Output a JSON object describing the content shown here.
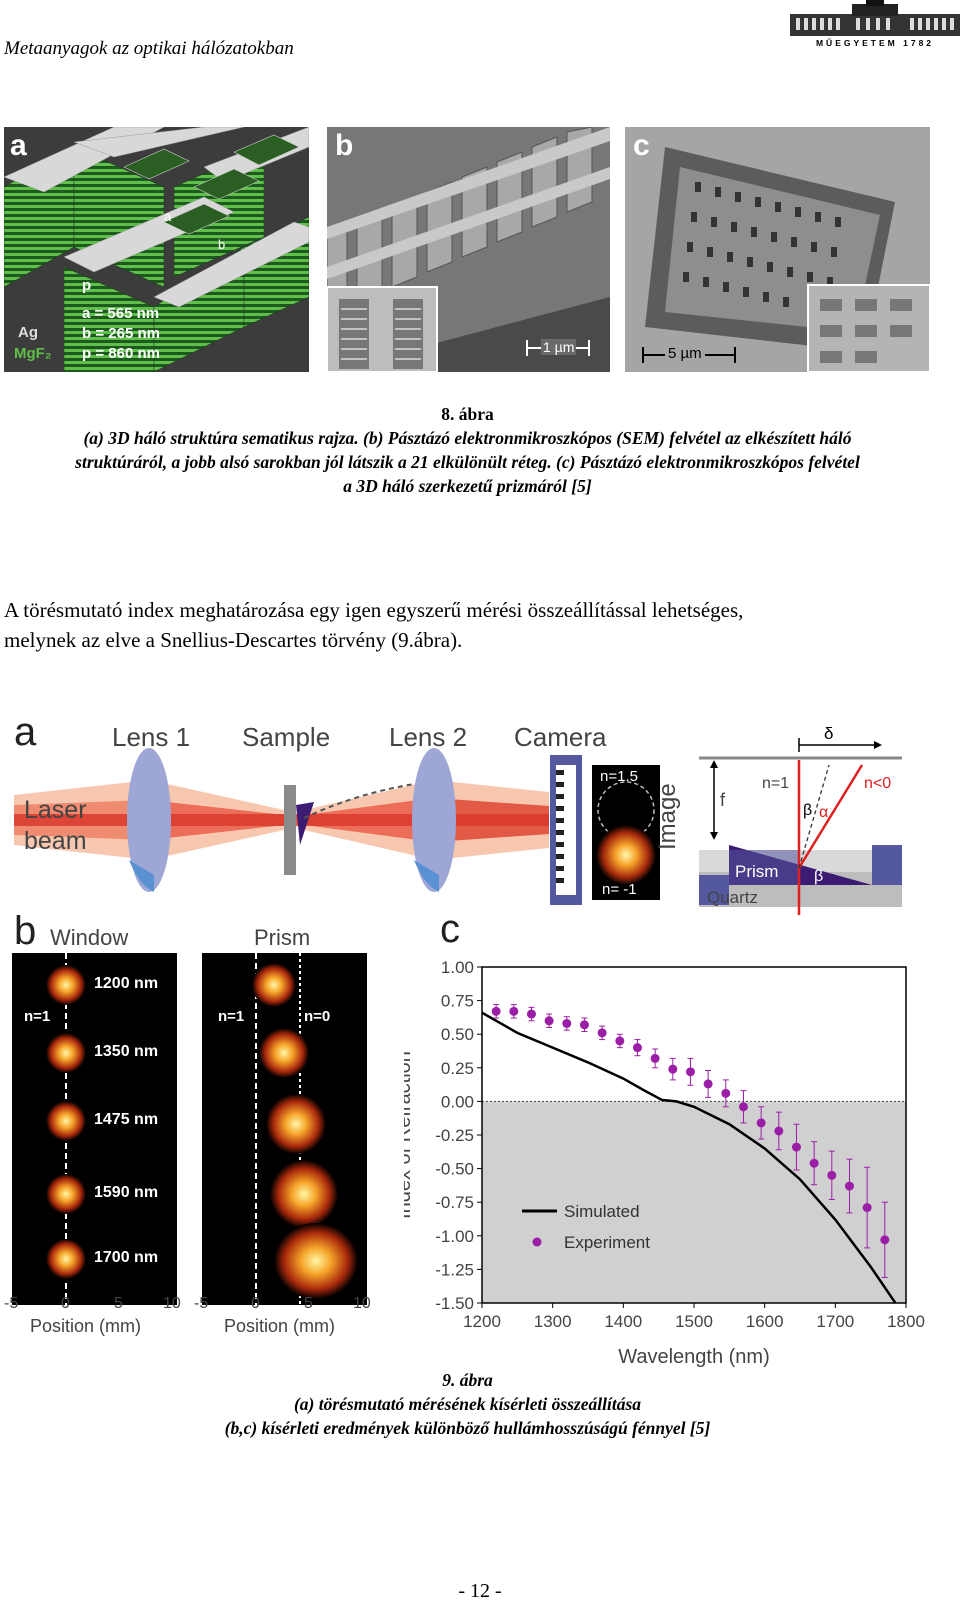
{
  "header": {
    "title": "Metaanyagok az optikai hálózatokban",
    "logo_caption": "MŰEGYETEM 1782"
  },
  "figure8": {
    "panels": {
      "a": {
        "label": "a",
        "arrow_a": "a",
        "arrow_b": "b",
        "arrow_p": "p",
        "params": [
          "a = 565 nm",
          "b = 265 nm",
          "p = 860 nm"
        ],
        "legend_ag": "Ag",
        "legend_mgf2": "MgF₂"
      },
      "b": {
        "label": "b",
        "scale": "1 µm"
      },
      "c": {
        "label": "c",
        "scale": "5 µm"
      }
    },
    "caption": {
      "title": "8. ábra",
      "line1": "(a) 3D háló struktúra sematikus rajza. (b) Pásztázó elektronmikroszkópos (SEM) felvétel az elkészített háló",
      "line2": "struktúráról, a jobb alsó sarokban jól látszik a 21 elkülönült réteg. (c) Pásztázó elektronmikroszkópos felvétel",
      "line3": "a 3D háló szerkezetű prizmáról [5]"
    }
  },
  "paragraph": {
    "line1": "A törésmutató index meghatározása egy igen egyszerű mérési összeállítással lehetséges,",
    "line2": "melynek az elve a Snellius-Descartes törvény (9.ábra)."
  },
  "figure9": {
    "setup": {
      "label": "a",
      "lens1": "Lens 1",
      "sample": "Sample",
      "lens2": "Lens 2",
      "camera": "Camera",
      "laser1": "Laser",
      "laser2": "beam",
      "n15": "n=1.5",
      "nm1": "n= -1",
      "image": "Image",
      "delta": "δ",
      "f": "f",
      "n1": "n=1",
      "nlt0": "n<0",
      "beta": "β",
      "alpha": "α",
      "beta2": "β",
      "prism": "Prism",
      "quartz": "Quartz"
    },
    "panel_b": {
      "label": "b",
      "window": "Window",
      "prism": "Prism",
      "n1_left": "n=1",
      "n1_right": "n=1",
      "n0": "n=0",
      "wavelengths": [
        "1200 nm",
        "1350 nm",
        "1475 nm",
        "1590 nm",
        "1700 nm"
      ],
      "ticks": [
        "-5",
        "0",
        "5",
        "10"
      ],
      "xlabel": "Position (mm)"
    },
    "caption": {
      "title": "9. ábra",
      "line1": "(a) törésmutató mérésének kísérleti összeállítása",
      "line2": "(b,c) kísérleti eredmények különböző hullámhosszúságú fénnyel [5]"
    }
  },
  "chart_data": {
    "type": "scatter",
    "panel_label": "c",
    "xlabel": "Wavelength (nm)",
    "ylabel": "Index of Refraction",
    "xlim": [
      1200,
      1800
    ],
    "ylim": [
      -1.5,
      1.0
    ],
    "x_ticks": [
      "1200",
      "1300",
      "1400",
      "1500",
      "1600",
      "1700",
      "1800"
    ],
    "y_ticks": [
      "1.00",
      "0.75",
      "0.50",
      "0.25",
      "0.00",
      "-0.25",
      "-0.50",
      "-0.75",
      "-1.00",
      "-1.25",
      "-1.50"
    ],
    "negative_region_shaded": true,
    "legend_position": "bottom-left",
    "series": [
      {
        "name": "Simulated",
        "kind": "line",
        "color": "#000000",
        "x": [
          1200,
          1250,
          1300,
          1350,
          1400,
          1430,
          1455,
          1475,
          1500,
          1550,
          1600,
          1650,
          1700,
          1750,
          1785
        ],
        "y": [
          0.66,
          0.51,
          0.4,
          0.29,
          0.17,
          0.08,
          0.01,
          0.0,
          -0.04,
          -0.17,
          -0.35,
          -0.58,
          -0.88,
          -1.23,
          -1.5
        ]
      },
      {
        "name": "Experiment",
        "kind": "scatter",
        "color": "#9b1fa6",
        "x": [
          1220,
          1245,
          1270,
          1295,
          1320,
          1345,
          1370,
          1395,
          1420,
          1445,
          1470,
          1495,
          1520,
          1545,
          1570,
          1595,
          1620,
          1645,
          1670,
          1695,
          1720,
          1745,
          1770
        ],
        "y": [
          0.67,
          0.67,
          0.65,
          0.6,
          0.58,
          0.57,
          0.51,
          0.45,
          0.4,
          0.32,
          0.24,
          0.22,
          0.13,
          0.06,
          -0.04,
          -0.16,
          -0.22,
          -0.34,
          -0.46,
          -0.55,
          -0.63,
          -0.79,
          -1.03
        ]
      }
    ],
    "error": [
      0.05,
      0.05,
      0.05,
      0.05,
      0.05,
      0.05,
      0.05,
      0.05,
      0.06,
      0.07,
      0.08,
      0.1,
      0.1,
      0.1,
      0.12,
      0.12,
      0.14,
      0.17,
      0.16,
      0.18,
      0.2,
      0.3,
      0.28
    ]
  },
  "footer": {
    "page_number": "- 12 -"
  },
  "colors": {
    "ag_green": "#5fbf4a",
    "lens_blue": "#9ea6d6",
    "laser_red": "#e85a4a",
    "prism_purple": "#3b1c72"
  }
}
